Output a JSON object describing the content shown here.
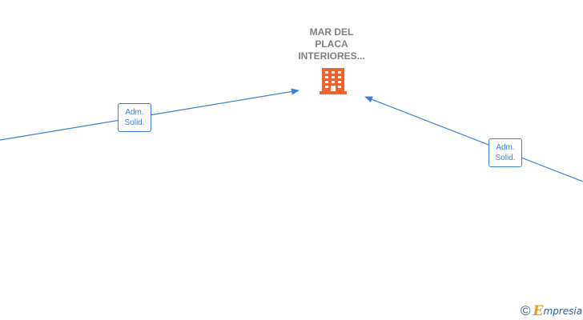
{
  "company": {
    "name_lines": [
      "MAR DEL",
      "PLACA",
      "INTERIORES..."
    ],
    "icon": "building-icon",
    "icon_color": "#f2622e"
  },
  "relations": [
    {
      "label_lines": [
        "Adm.",
        "Solid."
      ]
    },
    {
      "label_lines": [
        "Adm.",
        "Solid."
      ]
    }
  ],
  "colors": {
    "edge": "#3d7fd6",
    "label_text": "#3d7fd6",
    "company_text": "#808080"
  },
  "brand": {
    "copyright_symbol": "©",
    "initial": "E",
    "rest": "mpresia",
    "full": "Empresia"
  }
}
